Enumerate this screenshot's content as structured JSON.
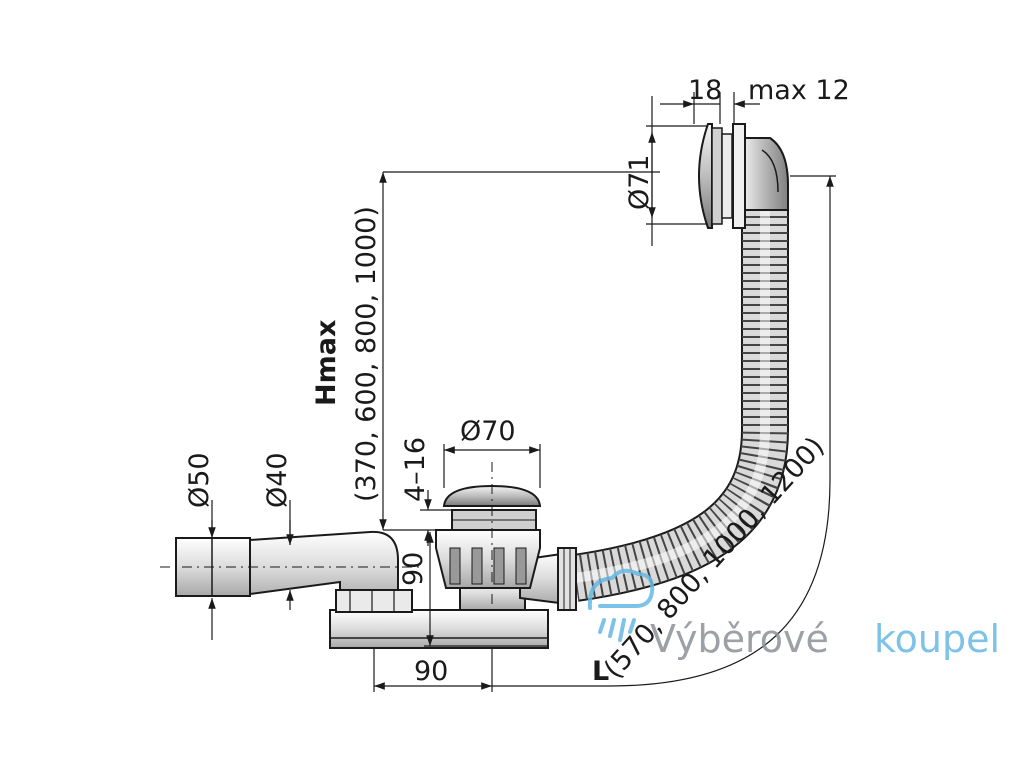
{
  "dimensions": {
    "overflow_width": "18",
    "overflow_max": "max 12",
    "overflow_diameter": "Ø71",
    "height_label": "Hmax",
    "height_values": "(370, 600, 800, 1000)",
    "waste_diameter": "Ø70",
    "waste_range": "4–16",
    "outlet_outer": "Ø50",
    "outlet_inner": "Ø40",
    "trap_height": "90",
    "trap_offset": "90",
    "length_label": "L",
    "length_values": "(570, 800, 1000, 1200)"
  },
  "watermark": {
    "text_dark": "Výběrové",
    "text_light": "koupel",
    "colors": {
      "dark": "#8d9095",
      "light": "#67b8e3"
    }
  },
  "colors": {
    "line": "#1a1a1a",
    "metal_light": "#e6e6e6",
    "metal_dark": "#9a9a9a"
  }
}
